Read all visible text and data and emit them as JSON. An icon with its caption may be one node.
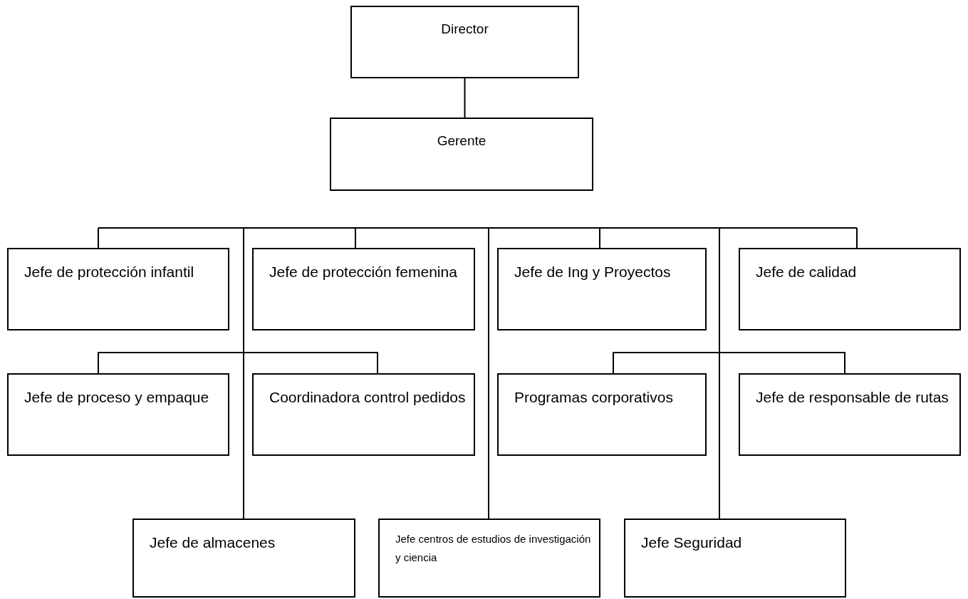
{
  "diagram": {
    "nodes": [
      {
        "text": [
          "Director"
        ]
      },
      {
        "text": [
          "Gerente"
        ]
      },
      {
        "text": [
          "Jefe de protección infantil"
        ]
      },
      {
        "text": [
          "Jefe de protección femenina"
        ]
      },
      {
        "text": [
          "Jefe de Ing y Proyectos"
        ]
      },
      {
        "text": [
          "Jefe de calidad"
        ]
      },
      {
        "text": [
          "Jefe de proceso y empaque"
        ]
      },
      {
        "text": [
          "Coordinadora control pedidos"
        ]
      },
      {
        "text": [
          "Programas corporativos"
        ]
      },
      {
        "text": [
          "Jefe de responsable de rutas"
        ]
      },
      {
        "text": [
          "Jefe de almacenes"
        ]
      },
      {
        "text": [
          "Jefe centros de estudios de investigación y ciencia"
        ]
      },
      {
        "text": [
          "Jefe Seguridad"
        ]
      }
    ],
    "edges": [
      {
        "from": 0,
        "to": 1,
        "arrow": "none"
      },
      {
        "from": null,
        "to": 2,
        "arrow": "none"
      },
      {
        "from": null,
        "to": 3,
        "arrow": "none"
      },
      {
        "from": null,
        "to": 4,
        "arrow": "none"
      },
      {
        "from": null,
        "to": 5,
        "arrow": "none"
      },
      {
        "from": null,
        "to": 6,
        "arrow": "none"
      },
      {
        "from": null,
        "to": 7,
        "arrow": "none"
      },
      {
        "from": null,
        "to": 8,
        "arrow": "none"
      },
      {
        "from": null,
        "to": 9,
        "arrow": "none"
      },
      {
        "from": null,
        "to": 10,
        "arrow": "none"
      },
      {
        "from": null,
        "to": 11,
        "arrow": "none"
      },
      {
        "from": null,
        "to": 12,
        "arrow": "none"
      }
    ]
  }
}
